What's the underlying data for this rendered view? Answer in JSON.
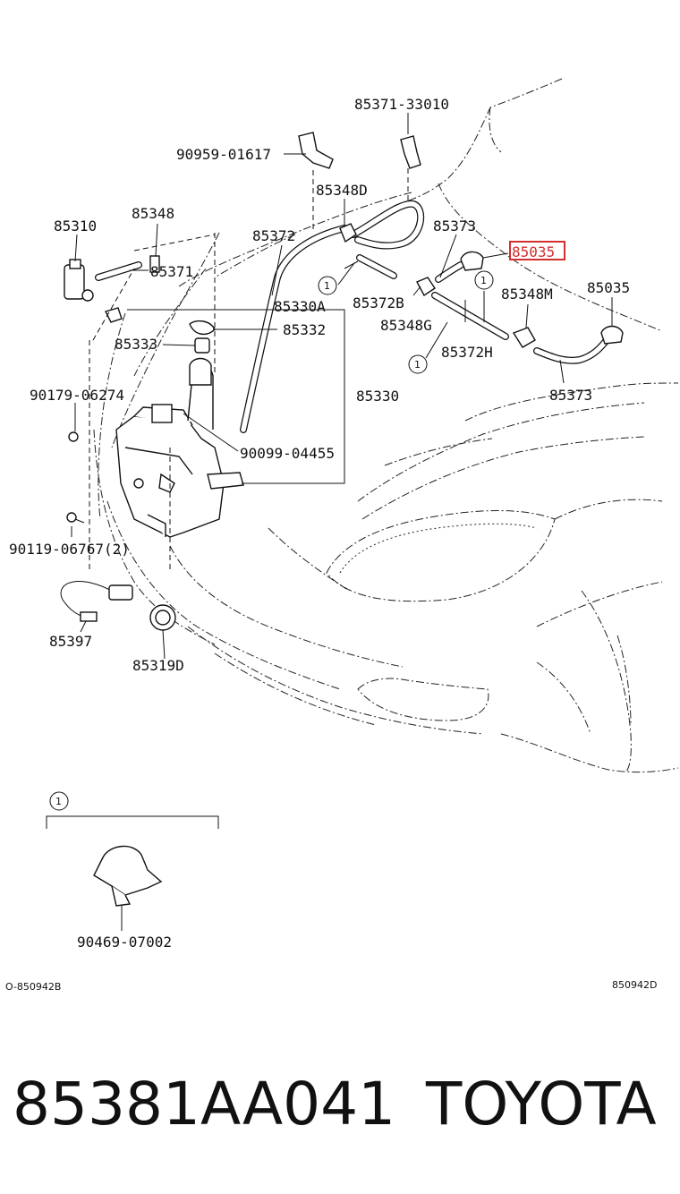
{
  "labels": {
    "p_85371_33010": "85371-33010",
    "p_90959_01617": "90959-01617",
    "p_85348D": "85348D",
    "p_85373_top": "85373",
    "p_85035_hl": "85035",
    "p_85310": "85310",
    "p_85348": "85348",
    "p_85372": "85372",
    "p_85371": "85371",
    "p_85330A": "85330A",
    "p_85372B": "85372B",
    "p_85348M": "85348M",
    "p_85035": "85035",
    "p_85348G": "85348G",
    "p_85333": "85333",
    "p_85332": "85332",
    "p_85372H": "85372H",
    "p_90179_06274": "90179-06274",
    "p_85330": "85330",
    "p_85373_bot": "85373",
    "p_90099_04455": "90099-04455",
    "p_90119_06767": "90119-06767(2)",
    "p_85397": "85397",
    "p_85319D": "85319D",
    "p_90469_07002": "90469-07002"
  },
  "callouts": {
    "c1": "1",
    "c2": "1",
    "c3": "1",
    "c4": "1"
  },
  "refs": {
    "left": "O-850942B",
    "right": "850942D"
  },
  "footer": {
    "part_number": "85381AA041",
    "brand": "TOYOTA"
  },
  "highlight_color": "#d32f2f"
}
